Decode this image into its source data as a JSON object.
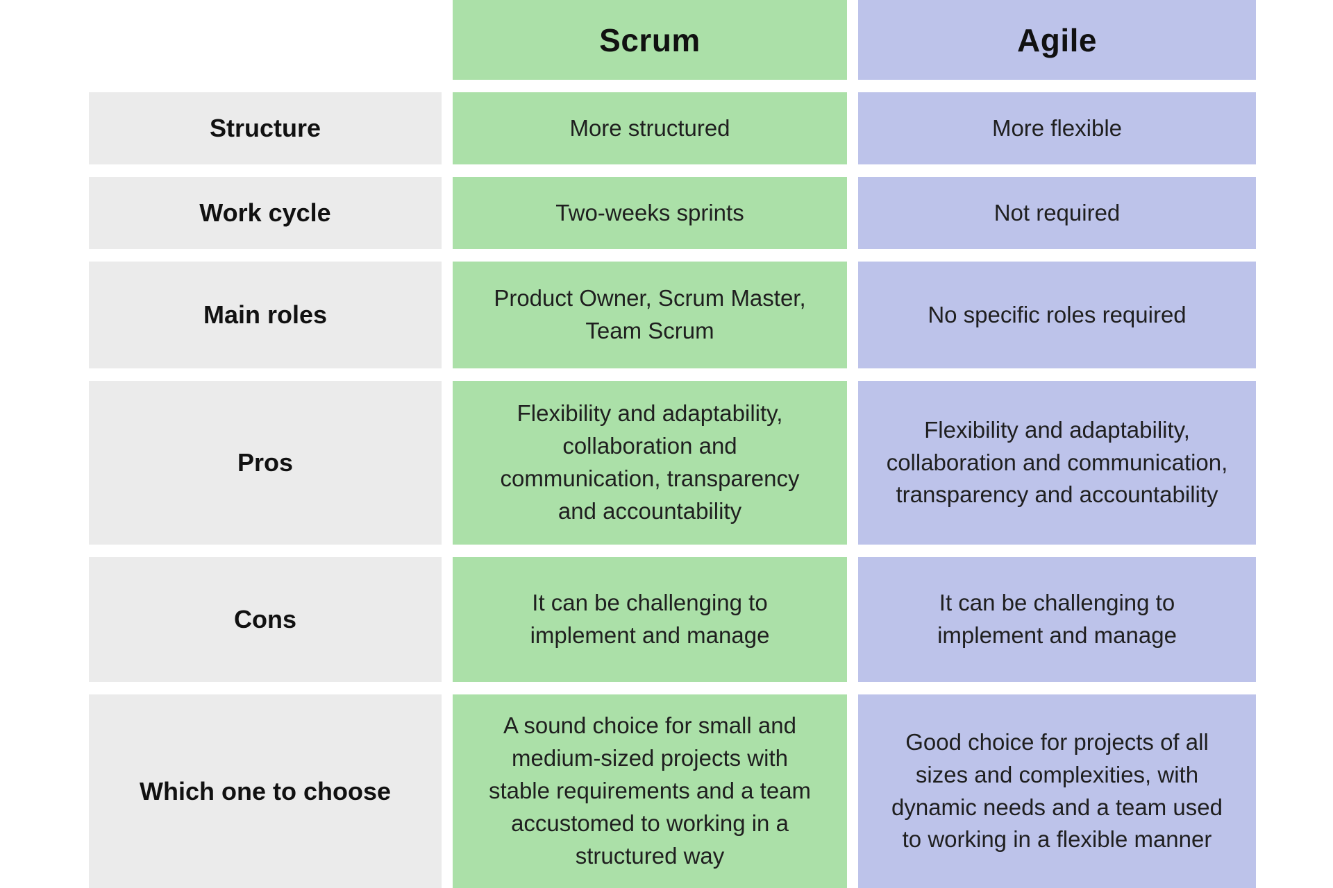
{
  "chart_data": {
    "type": "table",
    "column_headers": {
      "scrum": "Scrum",
      "agile": "Agile"
    },
    "rows": [
      {
        "label": "Structure",
        "scrum": "More structured",
        "agile": "More flexible"
      },
      {
        "label": "Work cycle",
        "scrum": "Two-weeks sprints",
        "agile": "Not required"
      },
      {
        "label": "Main roles",
        "scrum": "Product Owner, Scrum Master, Team Scrum",
        "agile": "No specific roles required"
      },
      {
        "label": "Pros",
        "scrum": "Flexibility and adaptability, collaboration and communication, transparency and accountability",
        "agile": "Flexibility and adaptability, collaboration and communication, transparency and accountability"
      },
      {
        "label": "Cons",
        "scrum": "It can be challenging to implement and manage",
        "agile": "It can be challenging to implement and manage"
      },
      {
        "label": "Which one to choose",
        "scrum": "A sound choice for small and medium-sized projects with stable requirements and a team accustomed to working in a structured way",
        "agile": "Good choice for projects of all sizes and complexities, with dynamic needs and a team used to working in a flexible manner"
      }
    ]
  },
  "colors": {
    "scrum_column": "#abe0a8",
    "agile_column": "#bdc3ea",
    "label_column": "#ebebeb",
    "background": "#ffffff",
    "text": "#1f1f1f"
  }
}
